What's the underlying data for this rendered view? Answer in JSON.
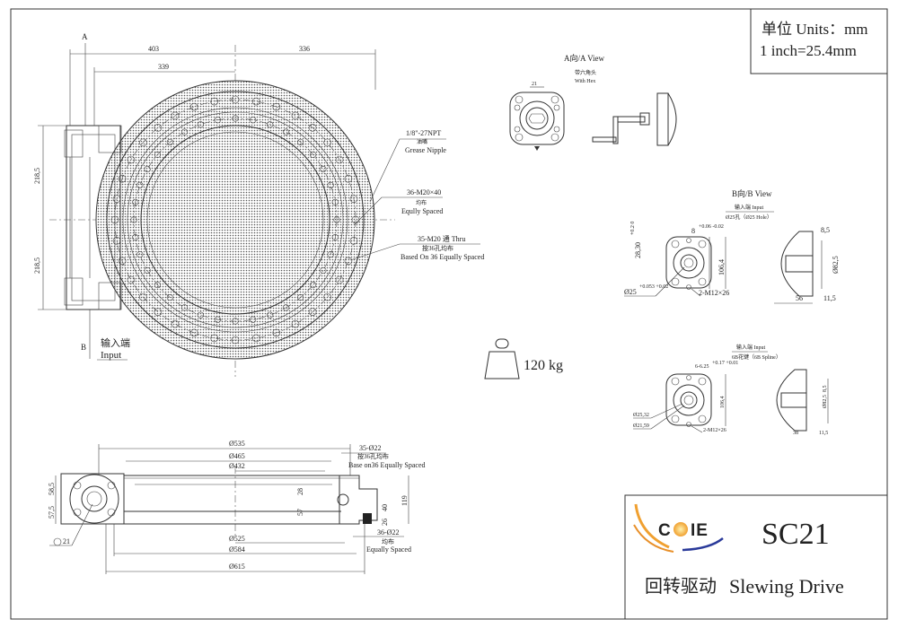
{
  "units_box": {
    "line1": "单位 Units：mm",
    "line2": "1 inch=25.4mm"
  },
  "front_view": {
    "label_a": "A",
    "label_b": "B",
    "dim_403": "403",
    "dim_336": "336",
    "dim_339": "339",
    "dim_left_top": "218,5",
    "dim_left_bottom": "218,5",
    "input_cn": "输入端",
    "input_en": "Input",
    "grease_spec": "1/8\"-27NPT",
    "grease_cn": "油嘴",
    "grease_en": "Grease Nipple",
    "bolt1_spec": "36-M20×40",
    "bolt1_cn": "均布",
    "bolt1_en": "Eqully Spaced",
    "bolt2_spec": "35-M20 通 Thru",
    "bolt2_cn": "按36孔均布",
    "bolt2_en": "Based On 36 Equally Spaced"
  },
  "a_view": {
    "title": "A向/A View",
    "sub_cn": "带六角头",
    "sub_en": "With Hex",
    "dim": "21"
  },
  "b_view": {
    "title": "B向/B View",
    "input": "输入端 Input",
    "hole": "Ø25孔（Ø25 Hole）",
    "dim_2830": "28,30",
    "tol_2830": "+0.2 0",
    "dim_8": "8",
    "tol_8": "+0.06 -0.02",
    "dim_1064": "106,4",
    "dim_25": "Ø25",
    "tol_25": "+0.053 +0.02",
    "bolt": "2-M12×26",
    "dim_85": "8,5",
    "dim_825": "Ø82,5",
    "dim_56": "56",
    "dim_115": "11,5"
  },
  "spline_view": {
    "input": "输入端  Input",
    "spline": "6B花键（6B Spline）",
    "dim_6": "6-6.25",
    "tol_6": "+0.17 +0.01",
    "dim_1064": "106,4",
    "dim_2532": "Ø25,32",
    "dim_2159": "Ø21,59",
    "bolt": "2-M12×26",
    "dim_85": "8,5",
    "dim_825": "Ø82,5",
    "dim_38": "38",
    "dim_115": "11,5"
  },
  "weight": {
    "value": "120 kg"
  },
  "side_view": {
    "d535": "Ø535",
    "d465": "Ø465",
    "d432": "Ø432",
    "holes1": "35-Ø22",
    "holes1_cn": "按36孔均布",
    "holes1_en": "Base on36 Equally Spaced",
    "h585": "58,5",
    "h575": "57,5",
    "h28": "28",
    "h57": "57",
    "h40": "40",
    "h26": "26",
    "h119": "119",
    "d525": "Ø525",
    "d584": "Ø584",
    "d615": "Ø615",
    "holes2": "36-Ø22",
    "holes2_cn": "均布",
    "holes2_en": "Equally Spaced",
    "hex": "21"
  },
  "title_block": {
    "logo": "COIE",
    "model": "SC21",
    "name_cn": "回转驱动",
    "name_en": "Slewing Drive"
  },
  "colors": {
    "logo_orange": "#f0a030",
    "logo_blue": "#2a3a9a",
    "ink": "#222222"
  }
}
